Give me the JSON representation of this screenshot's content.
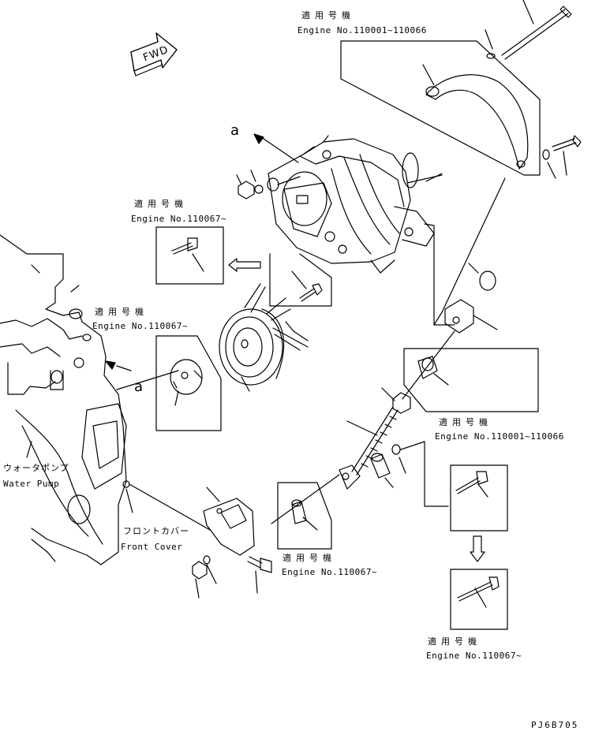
{
  "applicability": {
    "jp": "適用号機",
    "engine_110001_110066": "Engine No.110001~110066",
    "engine_110067_on": "Engine No.110067~"
  },
  "callout_letter": "a",
  "fwd_label": "FWD",
  "water_pump": {
    "jp": "ウォータポンプ",
    "en": "Water Pump"
  },
  "front_cover": {
    "jp": "フロントカバー",
    "en": "Front Cover"
  },
  "drawing_code": "PJ6B705"
}
